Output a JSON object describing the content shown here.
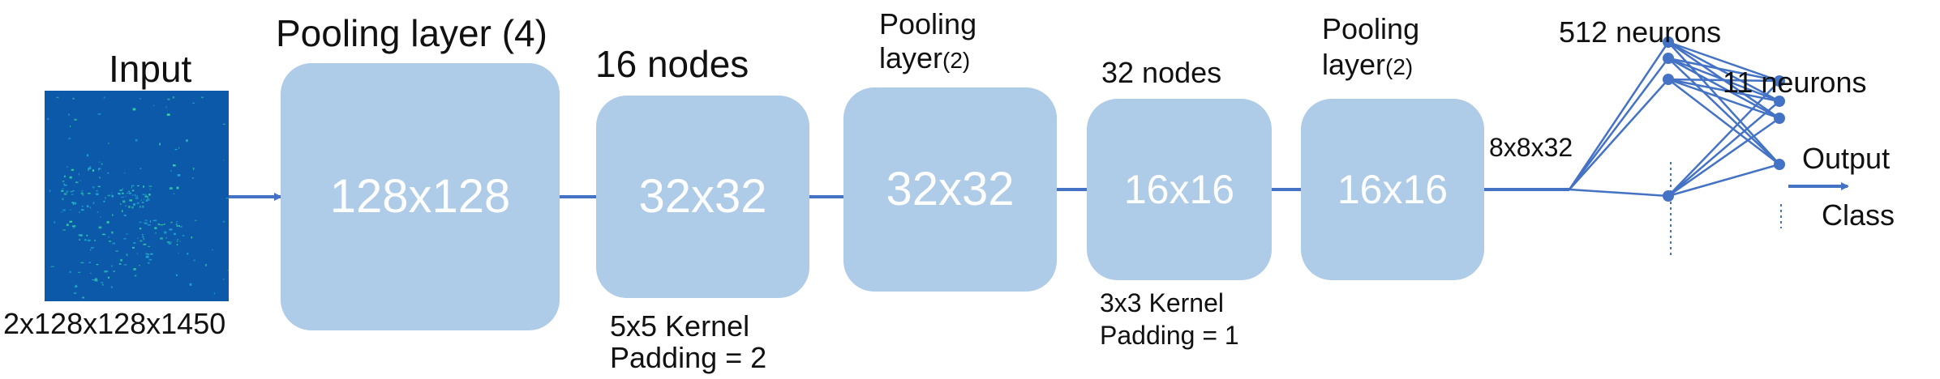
{
  "input": {
    "title": "Input",
    "dims": "2x128x128x1450"
  },
  "pool1": {
    "title": "Pooling layer (4)",
    "size": "128x128"
  },
  "conv1": {
    "title": "16 nodes",
    "size": "32x32",
    "kernel": "5x5 Kernel",
    "padding": "Padding = 2"
  },
  "pool2": {
    "title_line1": "Pooling",
    "title_line2_main": "layer",
    "title_line2_sub": "(2)",
    "size": "32x32"
  },
  "conv2": {
    "title": "32 nodes",
    "size": "16x16",
    "kernel": "3x3 Kernel",
    "padding": "Padding = 1"
  },
  "pool3": {
    "title_line1": "Pooling",
    "title_line2_main": "layer",
    "title_line2_sub": "(2)",
    "size": "16x16"
  },
  "flatten": {
    "label": "8x8x32"
  },
  "fc": {
    "hidden_label": "512 neurons",
    "output_label": "11 neurons",
    "output_line1": "Output",
    "output_line2": "Class"
  },
  "colors": {
    "box_fill": "#aecbe8",
    "box_text": "#ffffff",
    "connector": "#4472c4",
    "input_bg": "#0d5fb0",
    "input_speckle": "#39d6a8"
  }
}
